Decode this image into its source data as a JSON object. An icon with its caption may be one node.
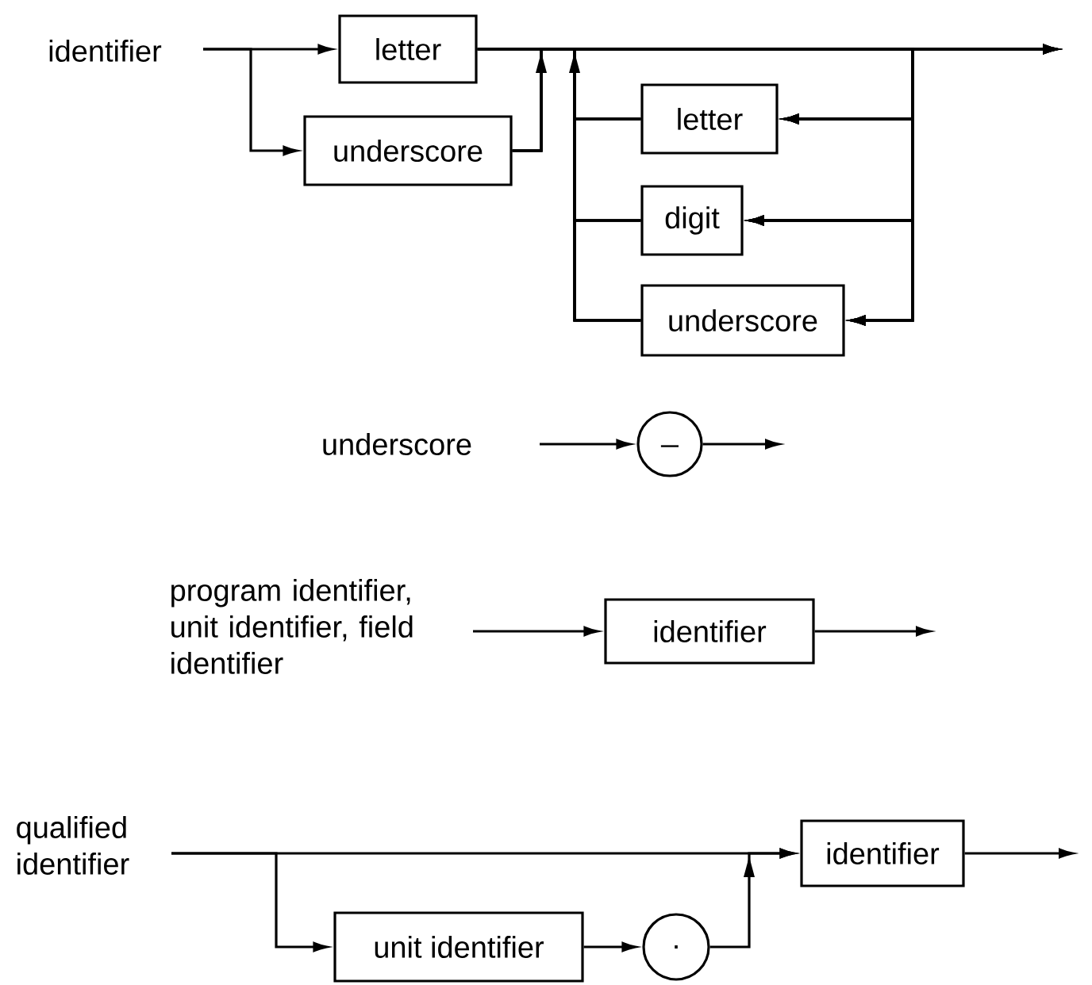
{
  "diagram": {
    "nodes": [
      {
        "text": [
          "letter"
        ]
      },
      {
        "text": [
          "underscore"
        ]
      },
      {
        "text": [
          "letter"
        ]
      },
      {
        "text": [
          "digit"
        ]
      },
      {
        "text": [
          "underscore"
        ]
      },
      {
        "text": [
          "_"
        ]
      },
      {
        "text": [
          "identifier"
        ]
      },
      {
        "text": [
          "identifier"
        ]
      },
      {
        "text": [
          "unit identifier"
        ]
      },
      {
        "text": [
          "."
        ]
      }
    ],
    "edges": [
      {
        "from": null,
        "to": 0,
        "arrow": "to"
      },
      {
        "from": null,
        "to": 1,
        "arrow": "to"
      },
      {
        "from": 0,
        "to": null,
        "arrow": "to"
      },
      {
        "from": 0,
        "to": 2,
        "arrow": "to"
      },
      {
        "from": 0,
        "to": 3,
        "arrow": "to"
      },
      {
        "from": 0,
        "to": 4,
        "arrow": "to"
      },
      {
        "from": 1,
        "to": null,
        "arrow": "to"
      },
      {
        "from": 1,
        "to": 2,
        "arrow": "to"
      },
      {
        "from": 1,
        "to": 3,
        "arrow": "to"
      },
      {
        "from": 1,
        "to": 4,
        "arrow": "to"
      },
      {
        "from": 2,
        "to": null,
        "arrow": "to"
      },
      {
        "from": 2,
        "to": 2,
        "arrow": "to"
      },
      {
        "from": 2,
        "to": 3,
        "arrow": "to"
      },
      {
        "from": 2,
        "to": 4,
        "arrow": "to"
      },
      {
        "from": 3,
        "to": null,
        "arrow": "to"
      },
      {
        "from": 3,
        "to": 2,
        "arrow": "to"
      },
      {
        "from": 3,
        "to": 3,
        "arrow": "to"
      },
      {
        "from": 3,
        "to": 4,
        "arrow": "to"
      },
      {
        "from": 4,
        "to": null,
        "arrow": "to"
      },
      {
        "from": 4,
        "to": 2,
        "arrow": "to"
      },
      {
        "from": 4,
        "to": 3,
        "arrow": "to"
      },
      {
        "from": 4,
        "to": 4,
        "arrow": "to"
      },
      {
        "from": null,
        "to": 5,
        "arrow": "to"
      },
      {
        "from": 5,
        "to": null,
        "arrow": "to"
      },
      {
        "from": null,
        "to": 6,
        "arrow": "to"
      },
      {
        "from": 6,
        "to": null,
        "arrow": "to"
      },
      {
        "from": null,
        "to": 7,
        "arrow": "to"
      },
      {
        "from": null,
        "to": 8,
        "arrow": "to"
      },
      {
        "from": 8,
        "to": 9,
        "arrow": "to"
      },
      {
        "from": 9,
        "to": 7,
        "arrow": "to"
      },
      {
        "from": 7,
        "to": null,
        "arrow": "to"
      }
    ],
    "labels": [
      "identifier",
      "underscore",
      "program identifier, unit identifier, field identifier",
      "qualified identifier"
    ]
  }
}
